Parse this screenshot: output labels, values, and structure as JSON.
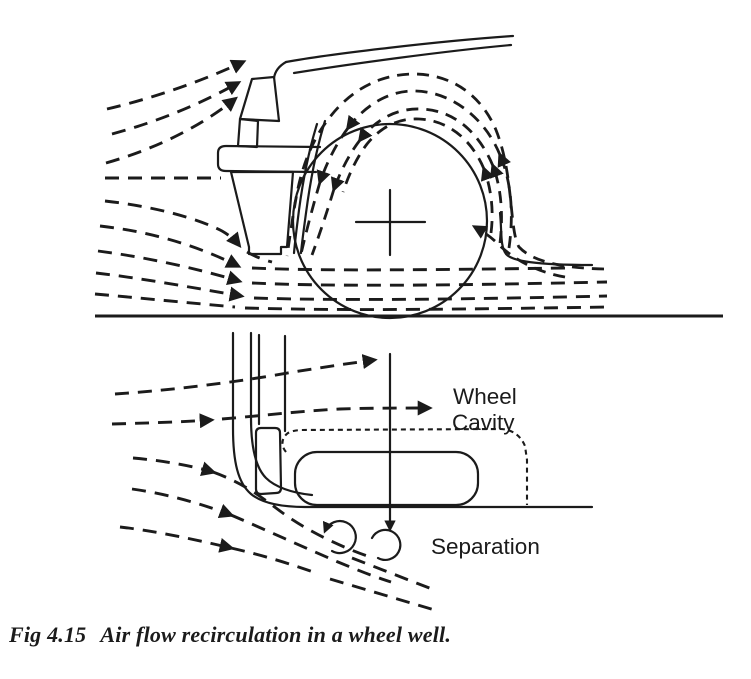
{
  "figure": {
    "labels": {
      "wheel_cavity_line1": "Wheel",
      "wheel_cavity_line2": "Cavity",
      "separation": "Separation"
    },
    "caption": {
      "number": "Fig 4.15",
      "text": "Air flow recirculation in a wheel well."
    },
    "colors": {
      "ink": "#1b1b1b",
      "background": "#ffffff"
    }
  }
}
